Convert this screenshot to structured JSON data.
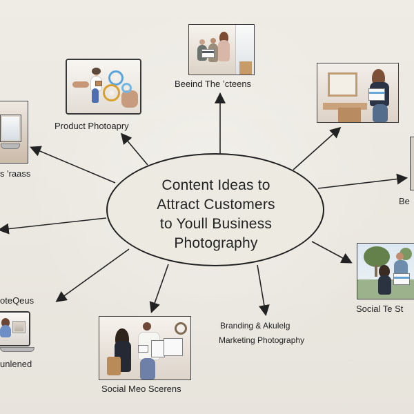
{
  "diagram": {
    "center_title_lines": [
      "Content Ideas to",
      "Attract Customers",
      "to Youll Business",
      "Photography"
    ],
    "labels": {
      "product_photography": "Product Photoapry",
      "behind_scenes": "Beeind The ʼcteens",
      "left_partial": "s 'raass",
      "left_lower_partial": "oteQeus",
      "left_bottom_partial": "unlened",
      "right_middle_partial": "Be",
      "social_right": "Social Te St",
      "branding_line1": "Branding & Akulelg",
      "branding_line2": "Marketing Photography",
      "social_media": "Social Meo Scerens"
    }
  }
}
